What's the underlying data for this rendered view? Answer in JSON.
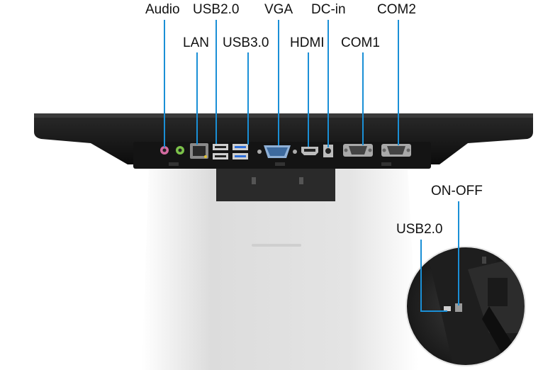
{
  "port_labels": {
    "audio": "Audio",
    "usb2_top": "USB2.0",
    "vga": "VGA",
    "dc_in": "DC-in",
    "com2": "COM2",
    "lan": "LAN",
    "usb3": "USB3.0",
    "hdmi": "HDMI",
    "com1": "COM1"
  },
  "side_labels": {
    "on_off": "ON-OFF",
    "usb2_side": "USB2.0"
  },
  "colors": {
    "leader": "#1a8fd6",
    "device_body": "#1b1b1b",
    "stand": "#d9d9d9",
    "usb3_blue": "#2f6fd8"
  }
}
